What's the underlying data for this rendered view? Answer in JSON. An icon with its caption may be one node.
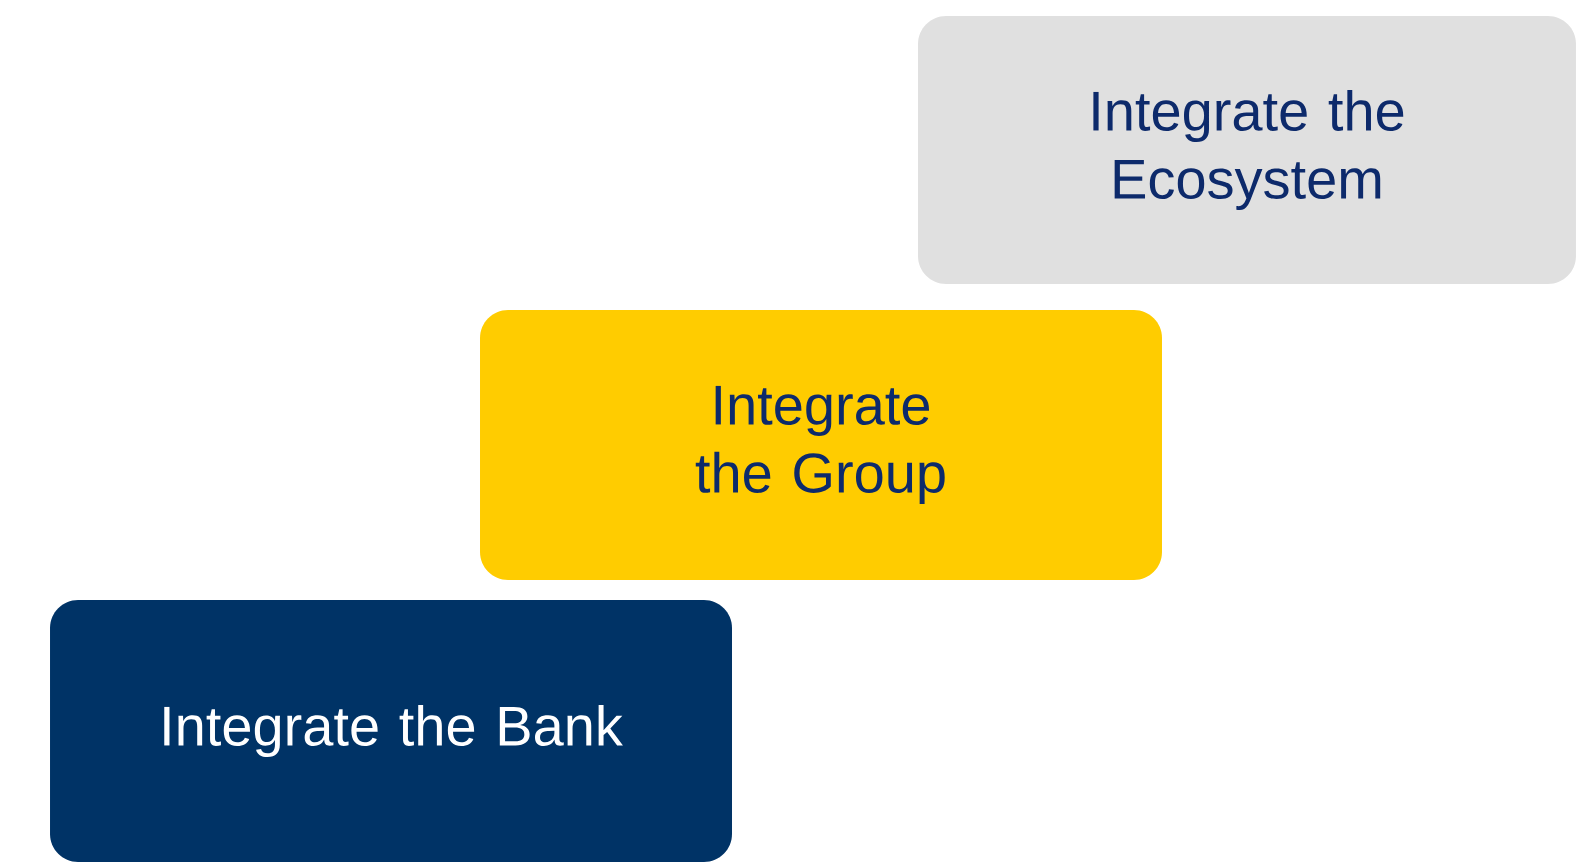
{
  "diagram": {
    "nodes": [
      {
        "text": [
          "Integrate the Ecosystem"
        ]
      },
      {
        "text": [
          "Integrate the Group"
        ]
      },
      {
        "text": [
          "Integrate the Bank"
        ]
      }
    ]
  }
}
